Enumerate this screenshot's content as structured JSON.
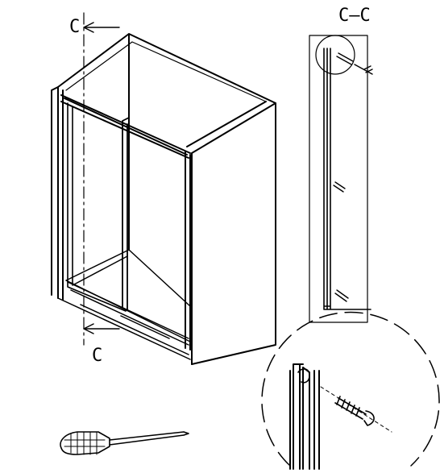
{
  "labels": {
    "section_top": "C",
    "section_bottom": "C",
    "section_title": "C–C"
  },
  "colors": {
    "line": "#000000",
    "background": "#ffffff"
  },
  "icons": {
    "tool": "screwdriver-icon",
    "fastener": "screw-icon"
  }
}
